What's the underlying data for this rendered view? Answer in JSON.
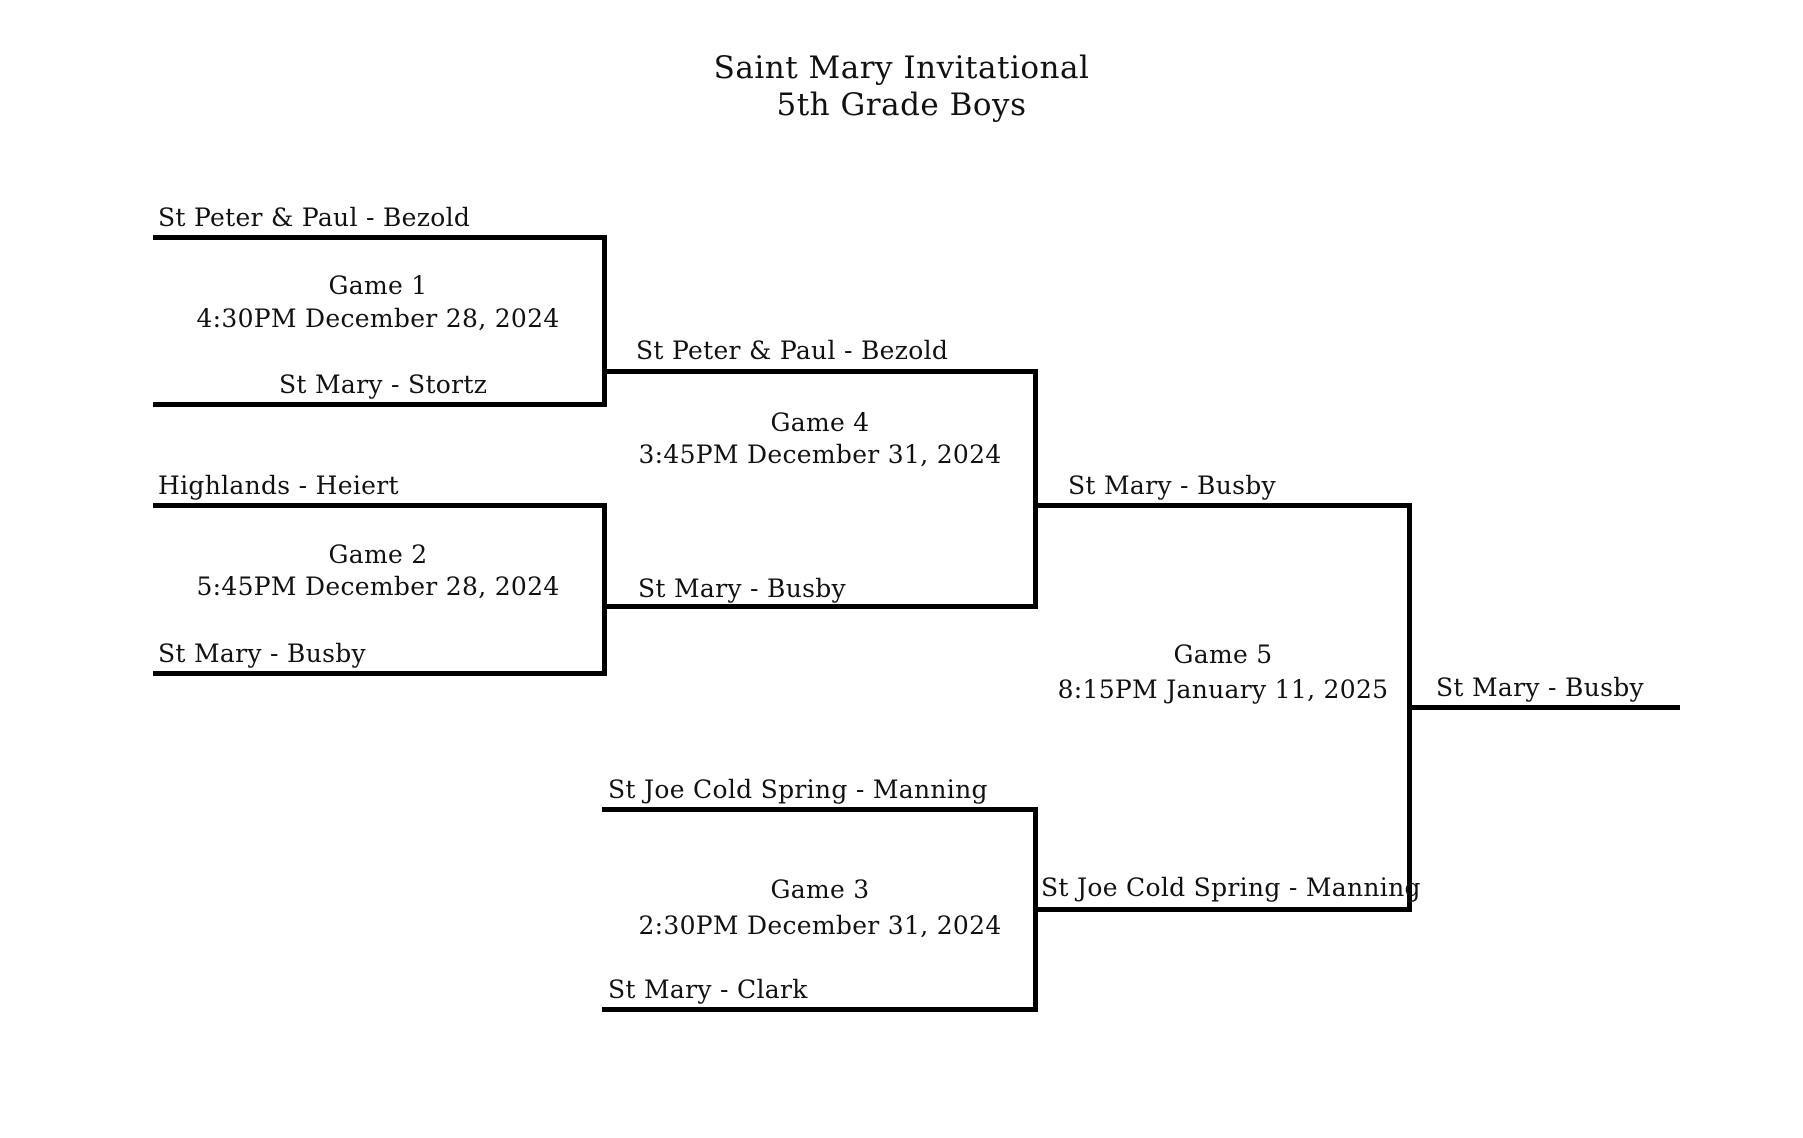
{
  "header": {
    "title": "Saint Mary Invitational",
    "subtitle": "5th Grade Boys"
  },
  "games": {
    "game1": {
      "name": "Game 1",
      "time": "4:30PM December 28, 2024",
      "top_team": "St Peter & Paul - Bezold",
      "bottom_team": "St Mary - Stortz"
    },
    "game2": {
      "name": "Game 2",
      "time": "5:45PM December 28, 2024",
      "top_team": "Highlands - Heiert",
      "bottom_team": "St Mary - Busby"
    },
    "game3": {
      "name": "Game 3",
      "time": "2:30PM December 31, 2024",
      "top_team": "St Joe Cold Spring - Manning",
      "bottom_team": "St Mary - Clark"
    },
    "game4": {
      "name": "Game 4",
      "time": "3:45PM December 31, 2024",
      "top_team": "St Peter & Paul - Bezold",
      "bottom_team": "St Mary - Busby"
    },
    "game5": {
      "name": "Game 5",
      "time": "8:15PM January 11, 2025",
      "top_team": "St Mary - Busby",
      "bottom_team": "St Joe Cold Spring - Manning"
    }
  },
  "champion": "St Mary - Busby"
}
